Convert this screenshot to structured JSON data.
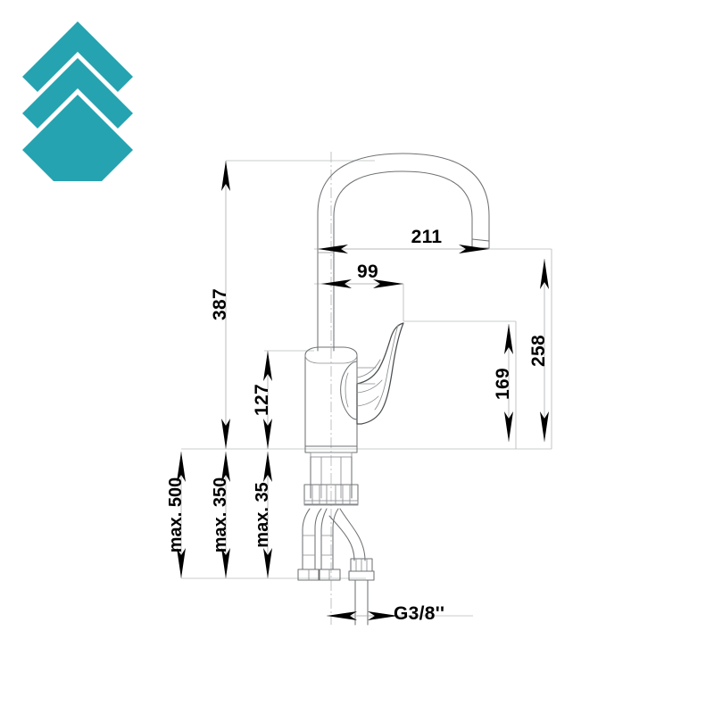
{
  "page": {
    "background_color": "#ffffff",
    "type": "technical-drawing",
    "subject": "kitchen mixer tap dimensional drawing"
  },
  "logo": {
    "name": "chevron-stack-logo",
    "color": "#26a3b0",
    "shape": "three stacked chevrons above a diamond"
  },
  "dimensions": {
    "overall_height": "387",
    "spout_reach": "211",
    "spout_center_offset": "99",
    "body_height": "127",
    "spout_outlet_height": "258",
    "handle_height": "169",
    "max_hose": "max. 500",
    "max_supply": "max. 350",
    "max_worktop": "max. 35",
    "thread": "G3/8''"
  },
  "labels": [
    {
      "id": "387",
      "text": "387",
      "orientation": "vertical",
      "name": "dimension-387"
    },
    {
      "id": "211",
      "text": "211",
      "orientation": "horizontal",
      "name": "dimension-211"
    },
    {
      "id": "99",
      "text": "99",
      "orientation": "horizontal",
      "name": "dimension-99"
    },
    {
      "id": "127",
      "text": "127",
      "orientation": "vertical",
      "name": "dimension-127"
    },
    {
      "id": "258",
      "text": "258",
      "orientation": "vertical",
      "name": "dimension-258"
    },
    {
      "id": "169",
      "text": "169",
      "orientation": "vertical",
      "name": "dimension-169"
    },
    {
      "id": "max500",
      "text": "max. 500",
      "orientation": "vertical",
      "name": "dimension-max-500"
    },
    {
      "id": "max350",
      "text": "max. 350",
      "orientation": "vertical",
      "name": "dimension-max-350"
    },
    {
      "id": "max35",
      "text": "max. 35",
      "orientation": "vertical",
      "name": "dimension-max-35"
    },
    {
      "id": "g38",
      "text": "G3/8''",
      "orientation": "horizontal",
      "name": "dimension-thread"
    }
  ],
  "colors": {
    "accent": "#26a3b0",
    "outline": "#6f7275",
    "dimension_line": "#b0b2b4",
    "text": "#000000"
  }
}
